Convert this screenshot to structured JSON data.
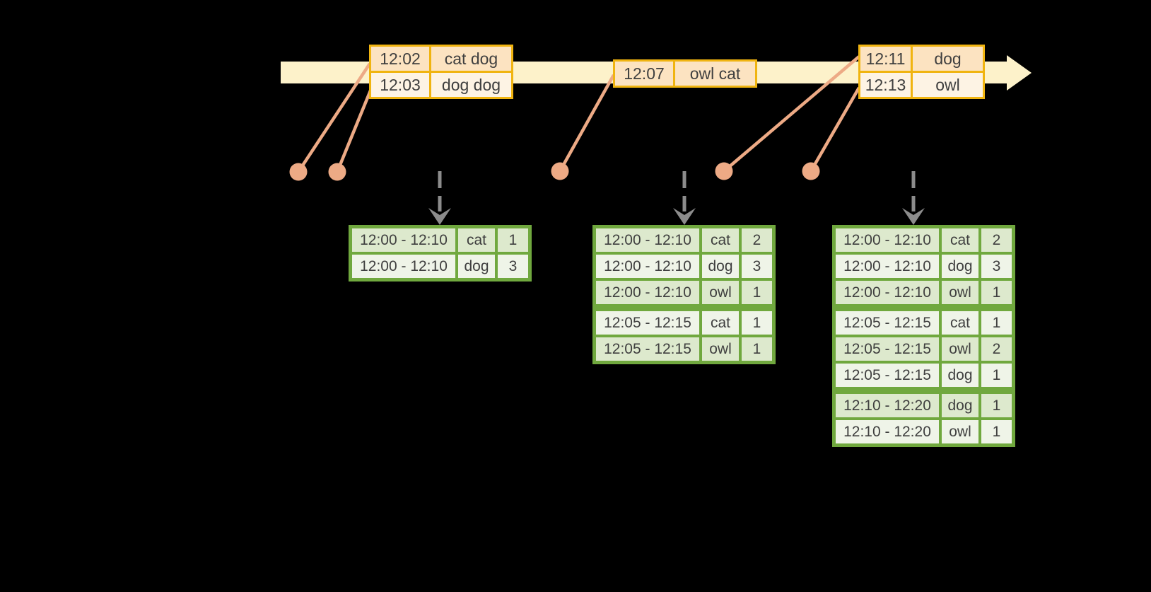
{
  "colors": {
    "background": "#000000",
    "text": "#3f3f3f",
    "timeline": "#fdf2ca",
    "event_border": "#f0b410",
    "event_fill_dark": "#fce3c1",
    "event_fill_light": "#fdf3e4",
    "connector": "#edaa85",
    "trigger_arrow": "#8c8c8c",
    "result_border": "#70a83e",
    "result_fill_dark": "#dde9cd",
    "result_fill_light": "#eff4e8"
  },
  "stream": {
    "event_tables": [
      {
        "rows": [
          {
            "time": "12:02",
            "words": "cat dog"
          },
          {
            "time": "12:03",
            "words": "dog dog"
          }
        ]
      },
      {
        "rows": [
          {
            "time": "12:07",
            "words": "owl cat"
          }
        ]
      },
      {
        "rows": [
          {
            "time": "12:11",
            "words": "dog"
          },
          {
            "time": "12:13",
            "words": "owl"
          }
        ]
      }
    ],
    "result_tables": [
      {
        "rows": [
          {
            "window": "12:00 - 12:10",
            "word": "cat",
            "count": "1"
          },
          {
            "window": "12:00 - 12:10",
            "word": "dog",
            "count": "3"
          }
        ]
      },
      {
        "rows": [
          {
            "window": "12:00 - 12:10",
            "word": "cat",
            "count": "2"
          },
          {
            "window": "12:00 - 12:10",
            "word": "dog",
            "count": "3"
          },
          {
            "window": "12:00 - 12:10",
            "word": "owl",
            "count": "1"
          },
          {
            "window": "12:05 - 12:15",
            "word": "cat",
            "count": "1"
          },
          {
            "window": "12:05 - 12:15",
            "word": "owl",
            "count": "1"
          }
        ]
      },
      {
        "rows": [
          {
            "window": "12:00 - 12:10",
            "word": "cat",
            "count": "2"
          },
          {
            "window": "12:00 - 12:10",
            "word": "dog",
            "count": "3"
          },
          {
            "window": "12:00 - 12:10",
            "word": "owl",
            "count": "1"
          },
          {
            "window": "12:05 - 12:15",
            "word": "cat",
            "count": "1"
          },
          {
            "window": "12:05 - 12:15",
            "word": "owl",
            "count": "2"
          },
          {
            "window": "12:05 - 12:15",
            "word": "dog",
            "count": "1"
          },
          {
            "window": "12:10 - 12:20",
            "word": "dog",
            "count": "1"
          },
          {
            "window": "12:10 - 12:20",
            "word": "owl",
            "count": "1"
          }
        ]
      }
    ]
  }
}
